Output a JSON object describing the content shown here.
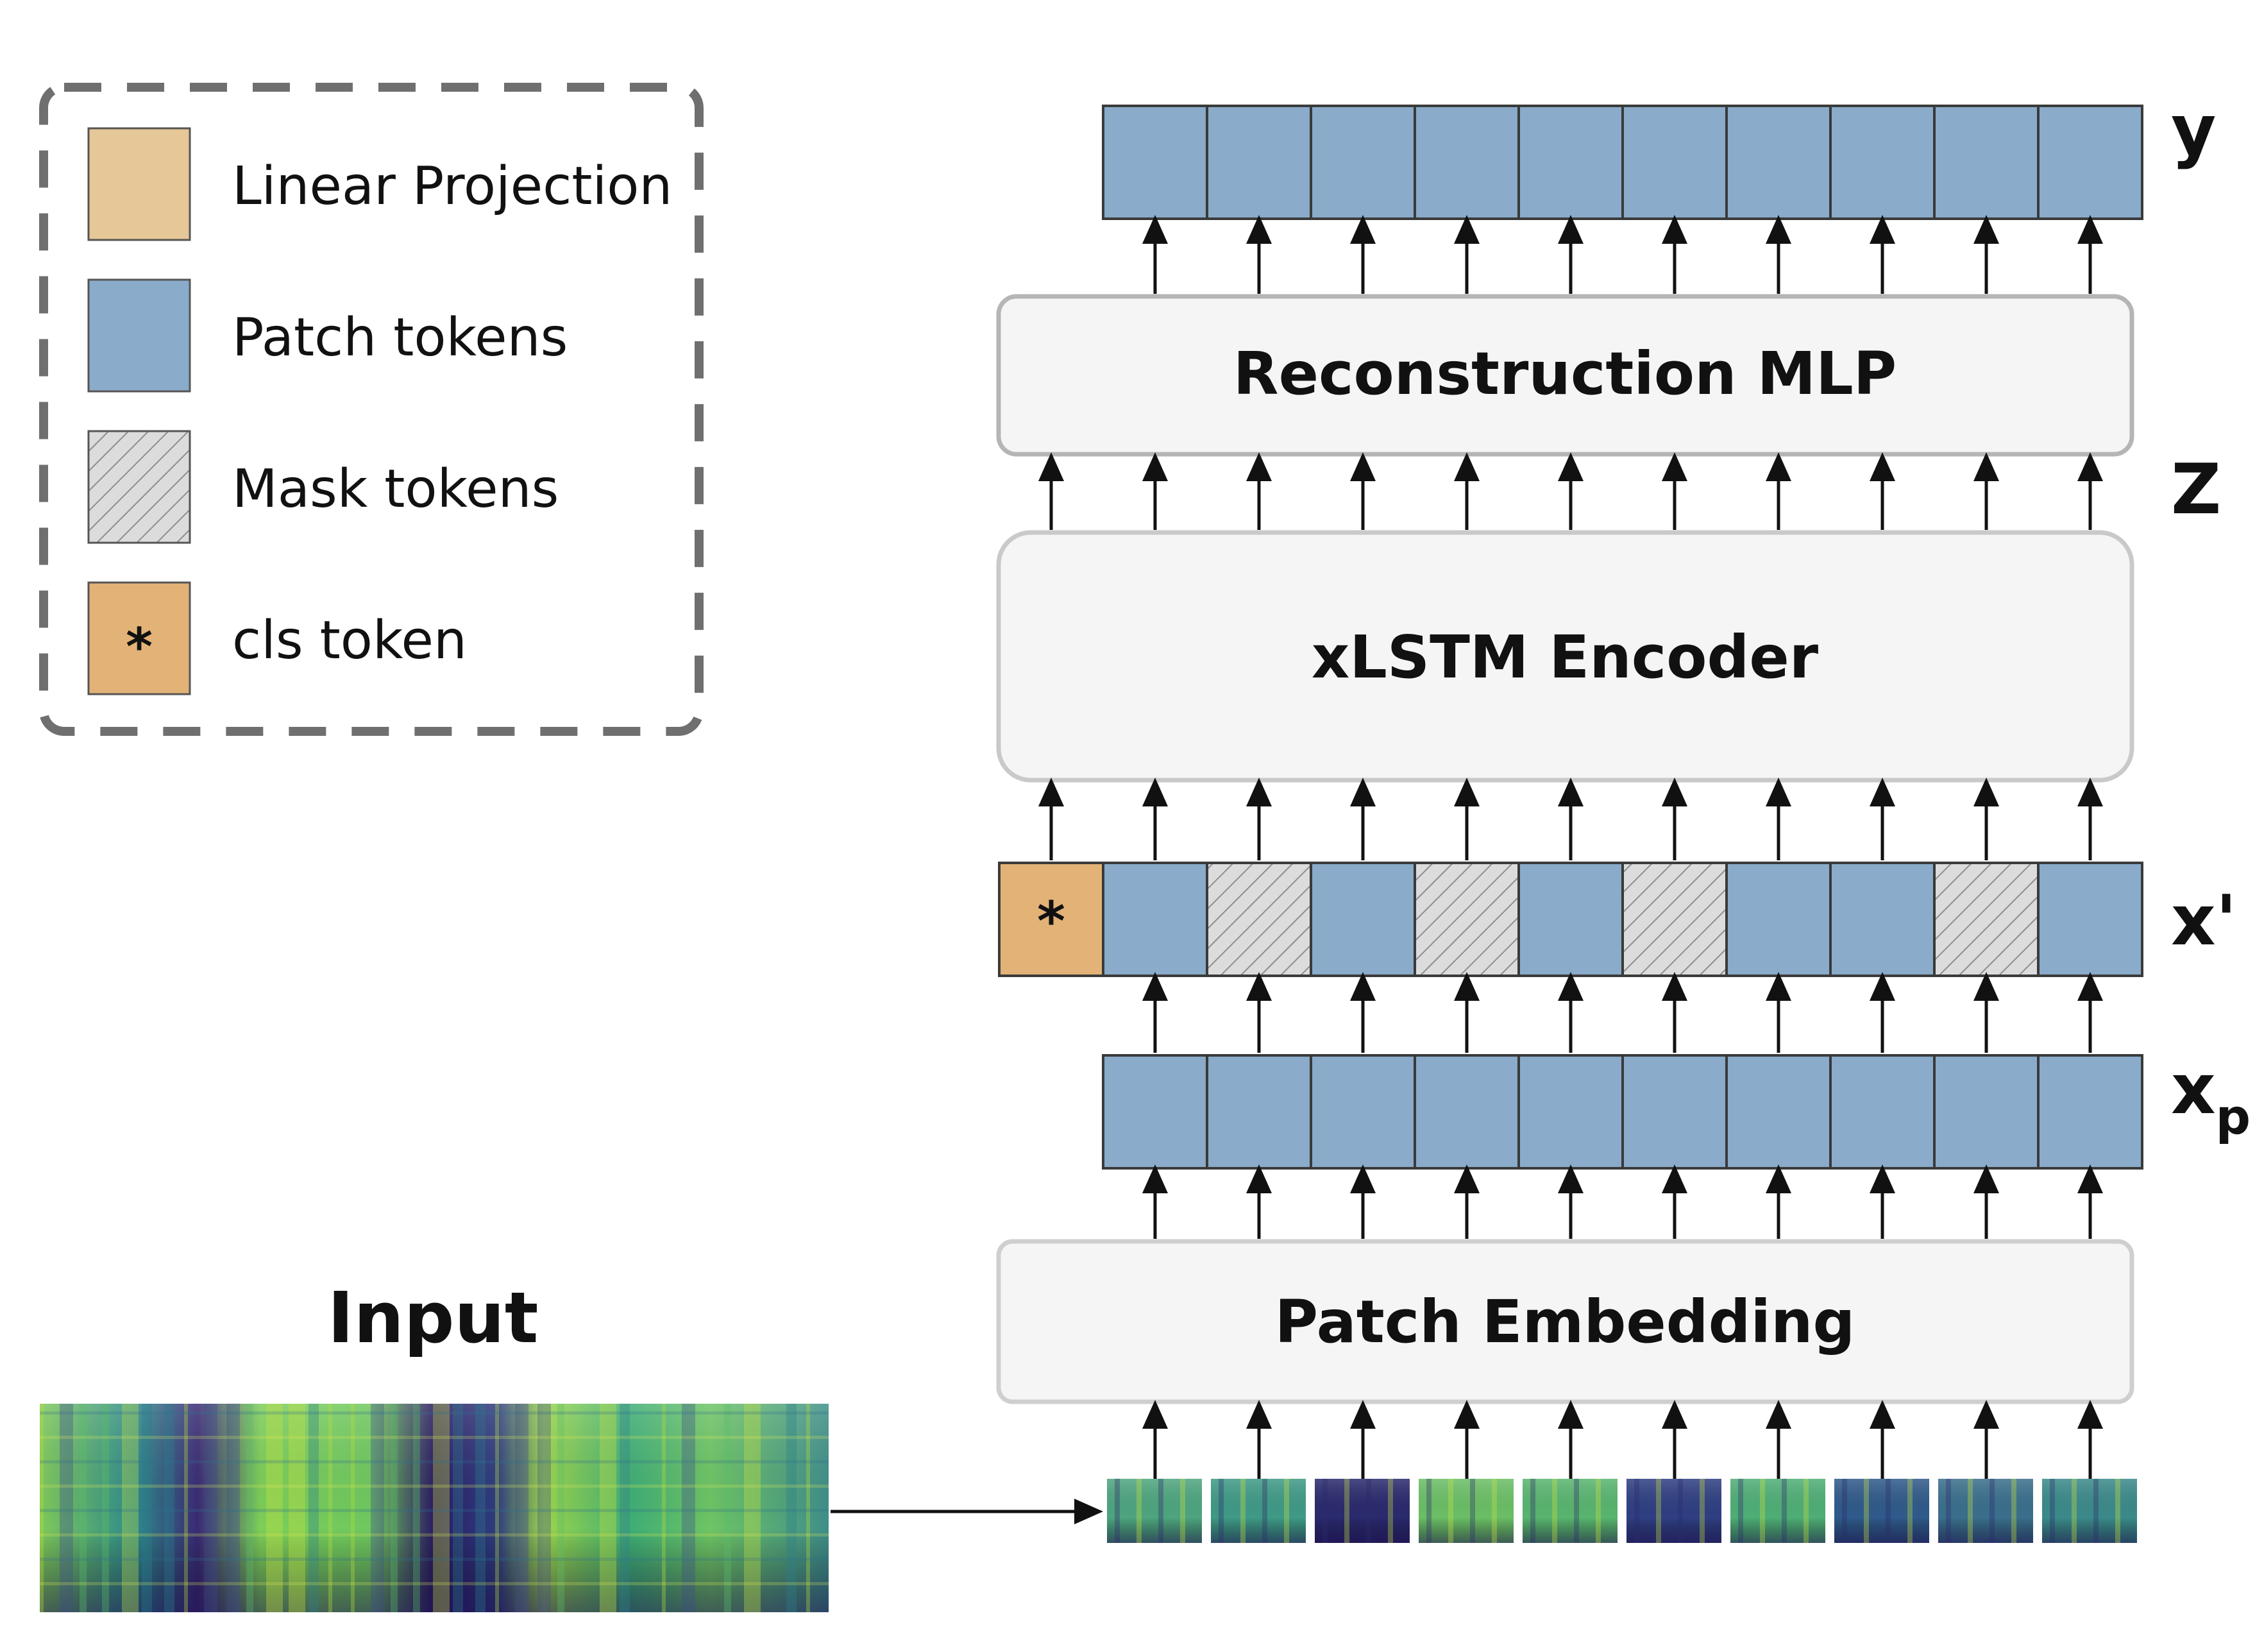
{
  "legend": {
    "items": [
      {
        "label": "Linear Projection",
        "kind": "linear-projection",
        "color": "#e6c797"
      },
      {
        "label": "Patch tokens",
        "kind": "patch",
        "color": "#8aabc9"
      },
      {
        "label": "Mask tokens",
        "kind": "mask",
        "color": "#d9d9d9"
      },
      {
        "label": "cls token",
        "kind": "cls",
        "color": "#e3b277",
        "symbol": "*"
      }
    ]
  },
  "blocks": {
    "reconstruction": "Reconstruction MLP",
    "encoder": "xLSTM Encoder",
    "embedding": "Patch Embedding"
  },
  "labels": {
    "y": "y",
    "z": "Z",
    "x_prime": "x'",
    "x_p": "x",
    "x_p_sub": "p",
    "input": "Input"
  },
  "rows": {
    "output_tokens": [
      "patch",
      "patch",
      "patch",
      "patch",
      "patch",
      "patch",
      "patch",
      "patch",
      "patch",
      "patch"
    ],
    "masked_tokens": [
      "cls",
      "patch",
      "mask",
      "patch",
      "mask",
      "patch",
      "mask",
      "patch",
      "patch",
      "mask",
      "patch"
    ],
    "patch_tokens": [
      "patch",
      "patch",
      "patch",
      "patch",
      "patch",
      "patch",
      "patch",
      "patch",
      "patch",
      "patch"
    ]
  },
  "cls_symbol": "*",
  "colors": {
    "patch": "#8aabc9",
    "mask": "#d9d9d9",
    "cls": "#e3b277",
    "linear": "#e6c797",
    "block_fill": "#f5f5f5",
    "block_stroke": "#c4c4c4",
    "spectro_dark": "#3b1c6e",
    "spectro_mid": "#2c7f8c",
    "spectro_light": "#c4e03a"
  }
}
